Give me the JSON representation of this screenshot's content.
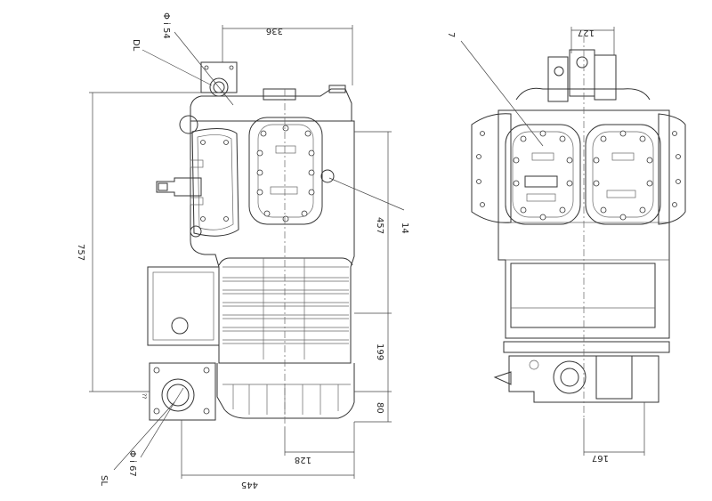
{
  "dimensions": {
    "height_total": "757",
    "width_top": "336",
    "height_457": "457",
    "height_199": "199",
    "height_80": "80",
    "width_128": "128",
    "width_445": "445",
    "width_127": "127",
    "width_167": "167"
  },
  "callouts": {
    "dl": "DL",
    "sl": "SL",
    "phi54": "Φ i 54",
    "phi67": "Φ i 67",
    "item14": "14",
    "item7": "7"
  }
}
